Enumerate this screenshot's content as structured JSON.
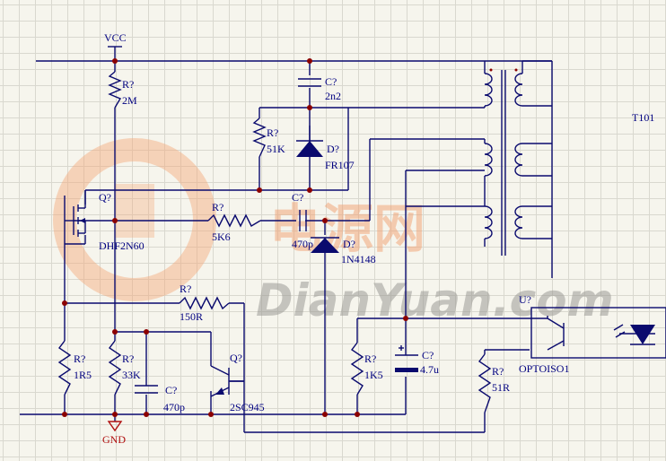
{
  "schematic": {
    "power": {
      "vcc": "VCC",
      "gnd": "GND"
    },
    "transformer": {
      "ref": "T101"
    },
    "components": {
      "r_start": {
        "ref": "R?",
        "value": "2M"
      },
      "c_snub": {
        "ref": "C?",
        "value": "2n2"
      },
      "r_snub": {
        "ref": "R?",
        "value": "51K"
      },
      "d_snub": {
        "ref": "D?",
        "value": "FR107"
      },
      "q_main": {
        "ref": "Q?",
        "value": "DHF2N60"
      },
      "r_fb": {
        "ref": "R?",
        "value": "5K6"
      },
      "c_fb": {
        "ref": "C?",
        "value": "470p"
      },
      "d_fb": {
        "ref": "D?",
        "value": "1N4148"
      },
      "r_base": {
        "ref": "R?",
        "value": "150R"
      },
      "r_sense": {
        "ref": "R?",
        "value": "1R5"
      },
      "r_bias": {
        "ref": "R?",
        "value": "33K"
      },
      "c_bias": {
        "ref": "C?",
        "value": "470p"
      },
      "q_ctrl": {
        "ref": "Q?",
        "value": "2SC945"
      },
      "r_load": {
        "ref": "R?",
        "value": "1K5"
      },
      "c_elec": {
        "ref": "C?",
        "value": "4.7u"
      },
      "opto": {
        "ref": "U?",
        "value": "OPTOISO1"
      },
      "r_opto": {
        "ref": "R?",
        "value": "51R"
      }
    },
    "watermark": {
      "cn": "电源网",
      "en": "DianYuan.com"
    },
    "colors": {
      "wire": "#0a0a6e",
      "label": "#000080",
      "power_label": "#b01010",
      "junction": "#8b0000",
      "grid": "#d9d8cf",
      "background": "#f6f5ed"
    }
  }
}
